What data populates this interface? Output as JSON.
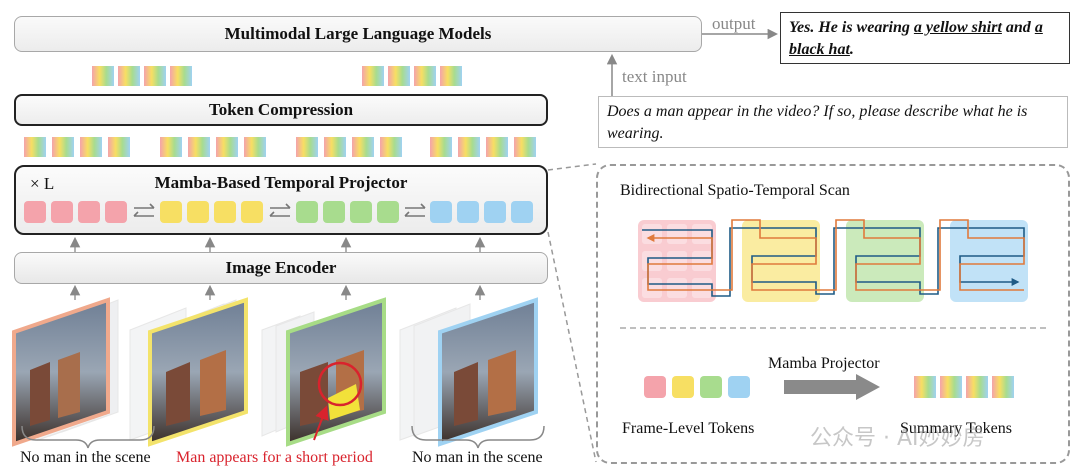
{
  "mllm": {
    "title": "Multimodal Large Language Models"
  },
  "labels": {
    "output": "output",
    "text_input": "text input"
  },
  "answer": {
    "part1": "Yes. He is wearing ",
    "highlight1": "a yellow shirt",
    "part2": " and ",
    "highlight2": "a black hat",
    "part3": "."
  },
  "question": "Does a man appear in the video? If so, please describe what he is wearing.",
  "token_compression": {
    "title": "Token Compression"
  },
  "mamba": {
    "title": "Mamba-Based Temporal Projector",
    "layers": "× L"
  },
  "image_encoder": {
    "title": "Image Encoder"
  },
  "scan_panel": {
    "title": "Bidirectional Spatio-Temporal Scan",
    "projector_label": "Mamba Projector",
    "frame_tokens_label": "Frame-Level Tokens",
    "summary_tokens_label": "Summary Tokens"
  },
  "captions": {
    "left": "No man in the scene",
    "middle": "Man appears for a short period",
    "right": "No man in the scene"
  },
  "watermark": "公众号 · AI妙妙房",
  "colors": {
    "red": "#f4a3ab",
    "yellow": "#f7df63",
    "green": "#a8dc8e",
    "blue": "#9fd2f2",
    "arrow_blue": "#1f5b86",
    "arrow_orange": "#e07a3c",
    "caption_red": "#d9232d"
  }
}
